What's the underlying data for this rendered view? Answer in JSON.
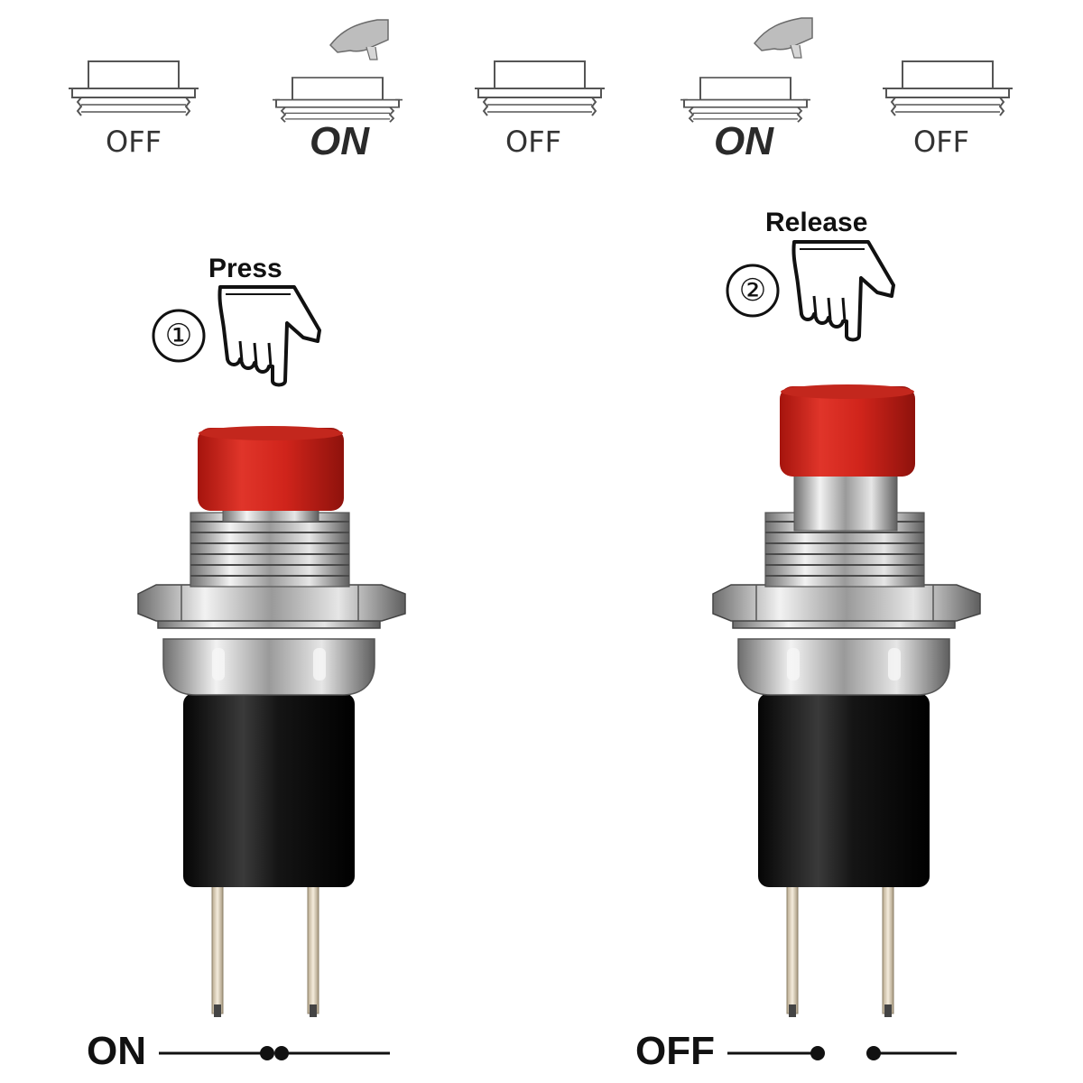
{
  "sequence": [
    {
      "label": "OFF",
      "pressed": false
    },
    {
      "label": "ON",
      "pressed": true
    },
    {
      "label": "OFF",
      "pressed": false
    },
    {
      "label": "ON",
      "pressed": true
    },
    {
      "label": "OFF",
      "pressed": false
    }
  ],
  "steps": [
    {
      "number": "①",
      "action": "Press"
    },
    {
      "number": "②",
      "action": "Release"
    }
  ],
  "circuits": [
    {
      "state": "ON",
      "closed": true
    },
    {
      "state": "OFF",
      "closed": false
    }
  ],
  "colors": {
    "cap": "#d0241b",
    "body": "#151515",
    "metal": "#b9b9b9",
    "pin": "#e8dcc6"
  }
}
